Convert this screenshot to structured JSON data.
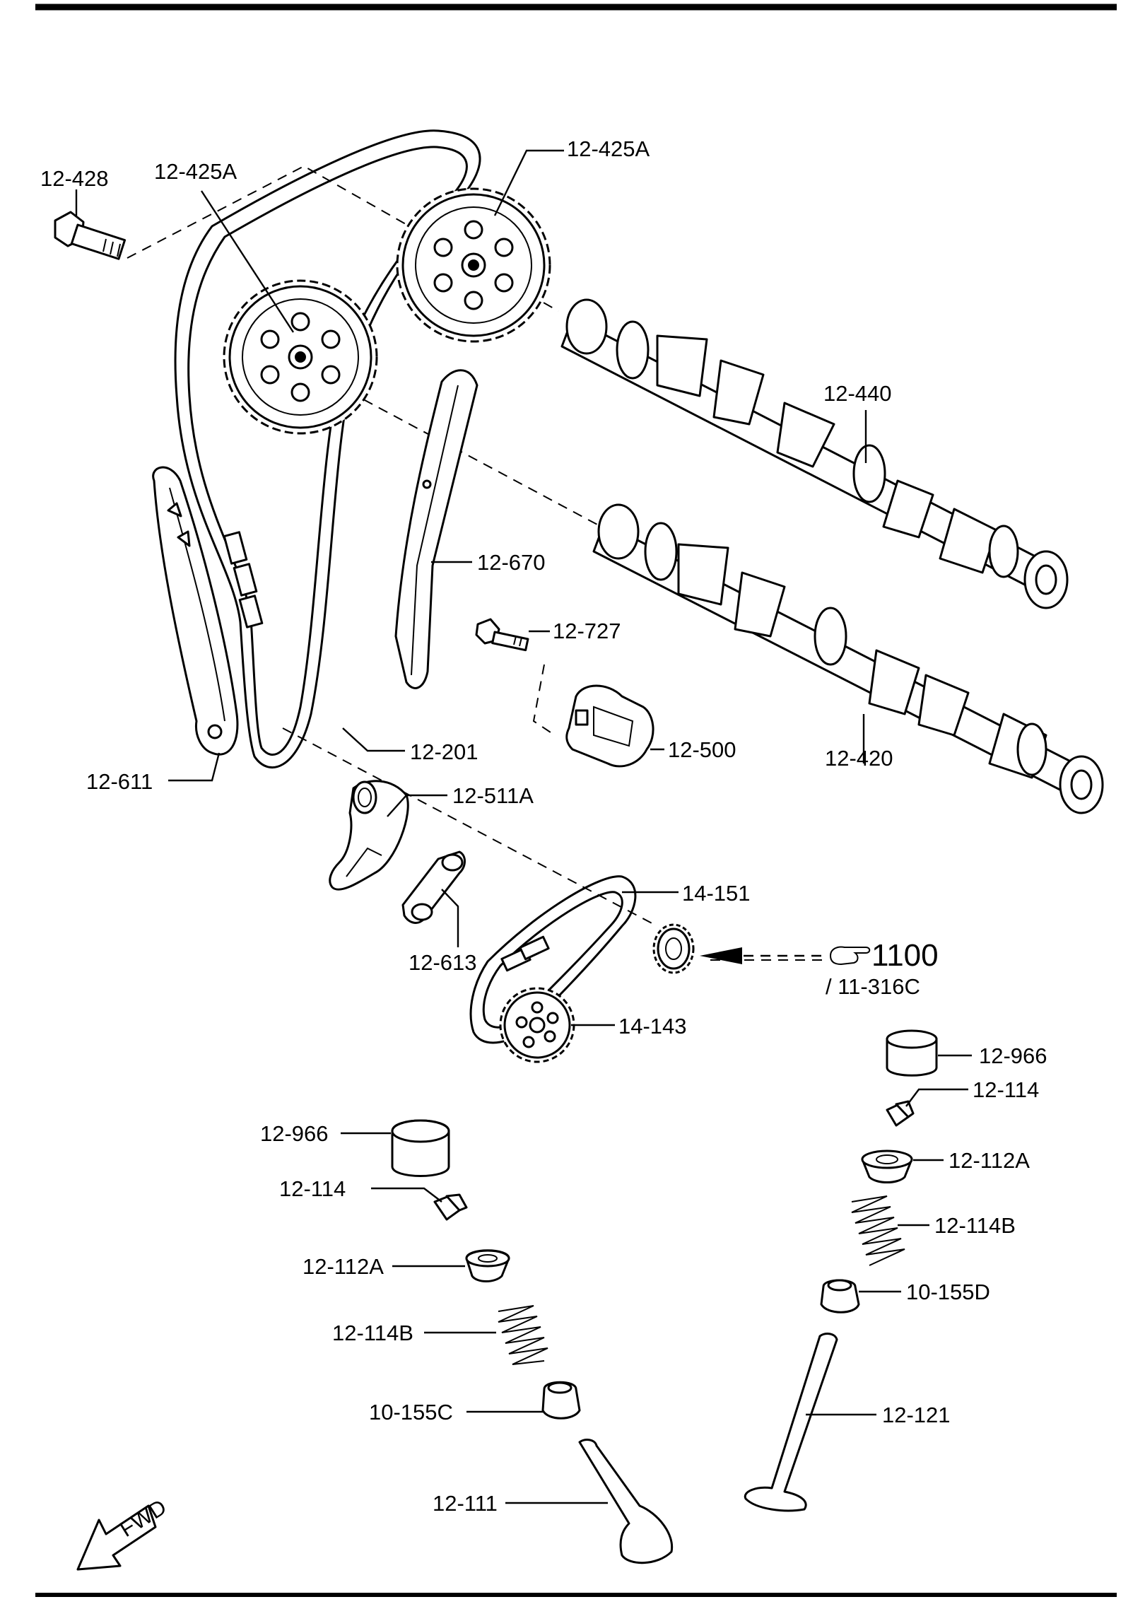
{
  "labels": {
    "bolt_12_428": "12-428",
    "sprocket_left": "12-425A",
    "sprocket_right": "12-425A",
    "camshaft_exhaust": "12-440",
    "guide_12_670": "12-670",
    "bolt_12_727": "12-727",
    "tensioner_12_500": "12-500",
    "camshaft_intake": "12-420",
    "chain_12_201": "12-201",
    "guide_12_611": "12-611",
    "tensioner_arm_12_511A": "12-511A",
    "chain_14_151": "14-151",
    "ref_number": "1100",
    "ref_sub": "/ 11-316C",
    "guide_12_613": "12-613",
    "sprocket_14_143": "14-143",
    "tappet_right": "12-966",
    "keeper_right": "12-114",
    "retainer_right": "12-112A",
    "spring_right": "12-114B",
    "seal_right": "10-155D",
    "valve_right": "12-121",
    "tappet_left": "12-966",
    "keeper_left": "12-114",
    "retainer_left": "12-112A",
    "spring_left": "12-114B",
    "seal_left": "10-155C",
    "valve_left": "12-111",
    "fwd": "FWD"
  }
}
